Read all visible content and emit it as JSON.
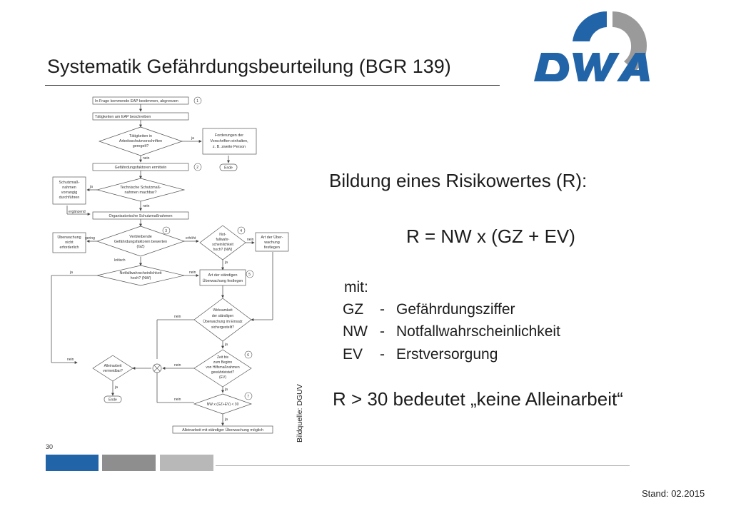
{
  "title": "Systematik Gefährdungsbeurteilung (BGR 139)",
  "logo": {
    "text": "DWA",
    "colors": {
      "blue": "#2264a8",
      "gray": "#9a9a9a"
    }
  },
  "flowchart": {
    "nodes": {
      "n1": "In Frage kommende EAP bestimmen, abgrenzen",
      "n2": "Tätigkeiten am EAP beschreiben",
      "n3a": "Tätigkeiten in",
      "n3b": "Arbeitsschutzvorschriften",
      "n3c": "geregelt?",
      "n4a": "Forderungen der",
      "n4b": "Vorschriften einhalten,",
      "n4c": "z. B. zweite Person",
      "ende1": "Ende",
      "n5": "Gefährdungsfaktoren ermitteln",
      "n6a": "Schutzmaß-",
      "n6b": "nahmen",
      "n6c": "vorrangig",
      "n6d": "durchführen",
      "n7a": "Technische Schutzmaß-",
      "n7b": "nahmen machbar?",
      "ergaenzend": "ergänzend",
      "n8": "Organisatorische Schutzmaßnahmen",
      "n9a": "Überwachung",
      "n9b": "nicht",
      "n9c": "erforderlich",
      "n10a": "Verbleibende",
      "n10b": "Gefährdungsfaktoren bewerten",
      "n10c": "(GZ)",
      "n11a": "Not-",
      "n11b": "fallwahr-",
      "n11c": "scheinlichkeit",
      "n11d": "hoch? (NW)",
      "n12a": "Art der Über-",
      "n12b": "wachung",
      "n12c": "festlegen",
      "n13a": "Notfallwahrscheinlichkeit",
      "n13b": "hoch? (NW)",
      "n14a": "Art der ständigen",
      "n14b": "Überwachung festlegen",
      "n15a": "Wirksamkeit",
      "n15b": "der ständigen",
      "n15c": "Überwachung im Einsatz",
      "n15d": "sichergestellt?",
      "n16a": "Alleinarbeit",
      "n16b": "vermeidbar?",
      "n17a": "Zeit bis",
      "n17b": "zum Beginn",
      "n17c": "von Hilfsmaßnahmen",
      "n17d": "gewährleistet?",
      "n17e": "(EV)",
      "ende2": "Ende",
      "n18": "NW x (GZ+EV) < 30",
      "n19": "Alleinarbeit mit ständiger Überwachung möglich"
    },
    "labels": {
      "ja": "ja",
      "nein": "nein",
      "gering": "gering",
      "erhoeht": "erhöht",
      "kritisch": "kritisch"
    },
    "step_numbers": [
      "1",
      "2",
      "3",
      "4",
      "5",
      "6",
      "7"
    ]
  },
  "image_credit": "Bildquelle: DGUV",
  "page_number": "30",
  "risk": {
    "heading": "Bildung eines Risikowertes (R):",
    "formula": "R = NW x (GZ + EV)",
    "mit": "mit:",
    "legend": [
      {
        "abbr": "GZ",
        "dash": "-",
        "desc": "Gefährdungsziffer"
      },
      {
        "abbr": "NW",
        "dash": "-",
        "desc": "Notfallwahrscheinlichkeit"
      },
      {
        "abbr": "EV",
        "dash": "-",
        "desc": "Erstversorgung"
      }
    ],
    "conclusion": "R > 30 bedeutet „keine Alleinarbeit“"
  },
  "footer": {
    "stand": "Stand: 02.2015",
    "bar_colors": [
      "#2264a8",
      "#8e8e8e",
      "#b8b8b8"
    ]
  }
}
